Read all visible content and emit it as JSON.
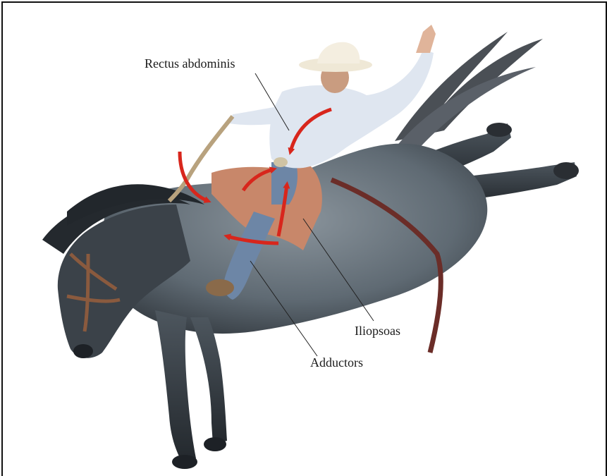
{
  "labels": {
    "rectus_abdominis": "Rectus abdominis",
    "iliopsoas": "Iliopsoas",
    "adductors": "Adductors"
  },
  "colors": {
    "arrow": "#d8261c",
    "horse": "#5c6670",
    "horse_dark": "#2a2f35",
    "shirt": "#dfe6f0",
    "jeans": "#6d86a6",
    "chaps": "#c8876a",
    "hat": "#efe8d6",
    "leader_line": "#222222"
  },
  "icons": [
    "bucking-horse-illustration",
    "cowboy-rider-illustration",
    "muscle-arrow-icon"
  ]
}
